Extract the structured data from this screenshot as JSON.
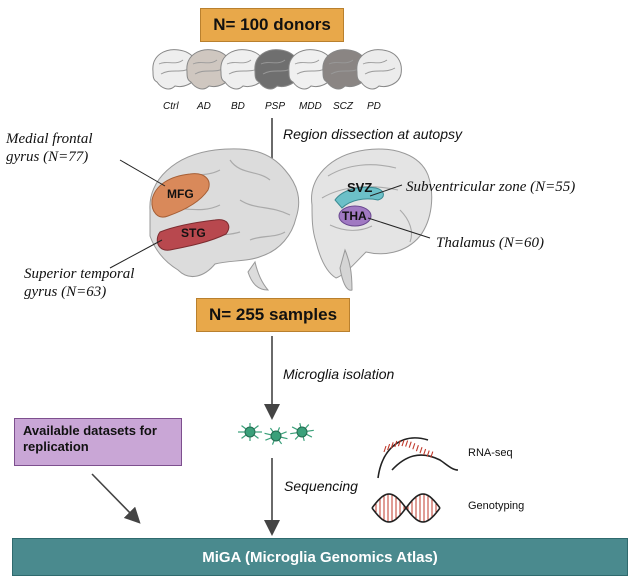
{
  "donors_box": "N= 100 donors",
  "groups": [
    "Ctrl",
    "AD",
    "BD",
    "PSP",
    "MDD",
    "SCZ",
    "PD"
  ],
  "group_colors": [
    "#eeeeee",
    "#cfc7c0",
    "#efefef",
    "#6f6f6f",
    "#f0f0f0",
    "#8a8583",
    "#ececec"
  ],
  "step1": "Region dissection at autopsy",
  "regions": {
    "mfg_short": "MFG",
    "stg_short": "STG",
    "svz_short": "SVZ",
    "tha_short": "THA",
    "mfg_line1": "Medial frontal",
    "mfg_line2": "gyrus (N=77)",
    "stg_line1": "Superior temporal",
    "stg_line2": "gyrus (N=63)",
    "svz_label": "Subventricular zone (N=55)",
    "tha_label": "Thalamus (N=60)"
  },
  "samples_box": "N= 255 samples",
  "step2": "Microglia isolation",
  "step3": "Sequencing",
  "rnaseq": "RNA-seq",
  "genotyping": "Genotyping",
  "replication_box": "Available datasets for replication",
  "atlas": "MiGA (Microglia Genomics Atlas)",
  "colors": {
    "orange": "#e8a84a",
    "purple": "#c9a6d6",
    "teal": "#4a8a8e",
    "mfg_region": "#d9895a",
    "stg_region": "#b8484e",
    "svz_region": "#6cc0c8",
    "tha_region": "#a079c2",
    "microglia": "#3aa07a",
    "rna_red": "#c0392b"
  }
}
